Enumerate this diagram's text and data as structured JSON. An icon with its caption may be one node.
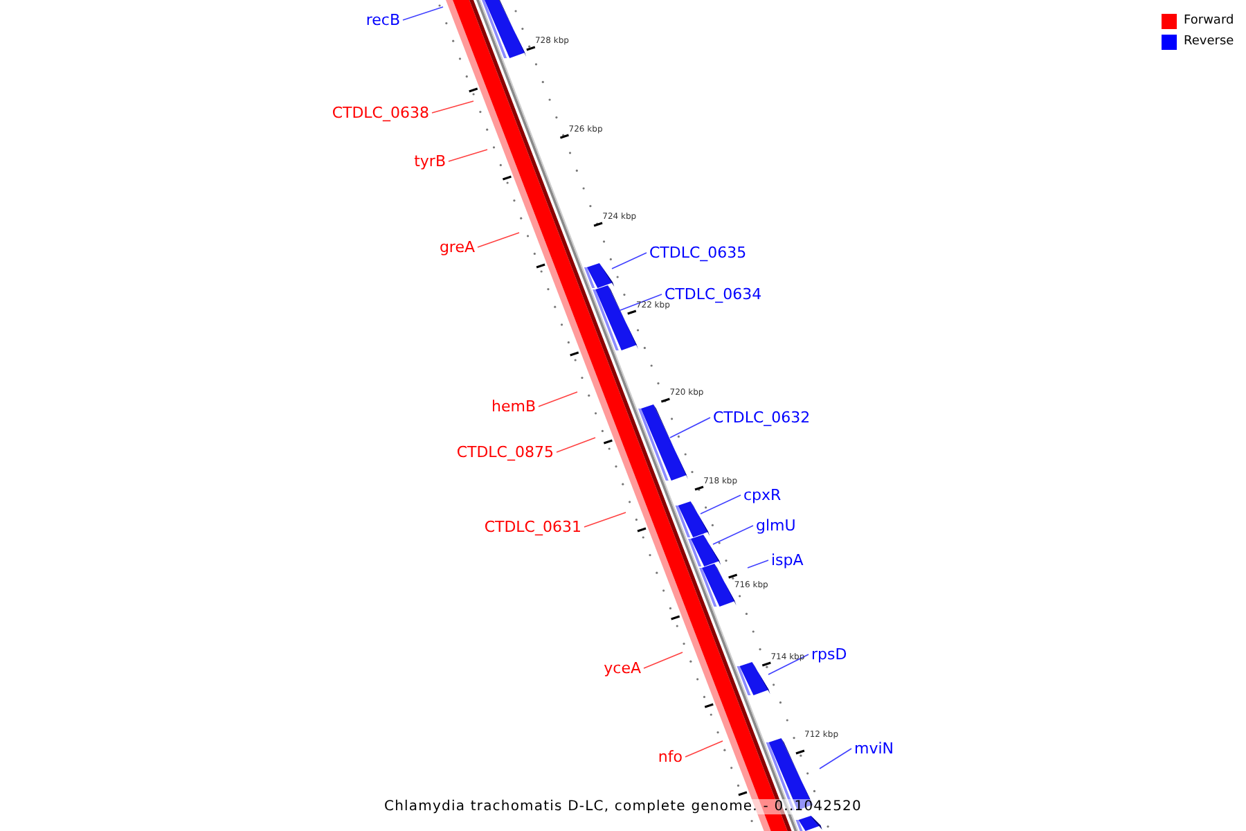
{
  "diagram": {
    "caption": "Chlamydia trachomatis D-LC, complete genome. - 0..1042520",
    "nodes": [
      {
        "text": [
          "recB"
        ]
      },
      {
        "text": [
          "CTDLC_0638"
        ]
      },
      {
        "text": [
          "tyrB"
        ]
      },
      {
        "text": [
          "greA"
        ]
      },
      {
        "text": [
          "CTDLC_0635"
        ]
      },
      {
        "text": [
          "CTDLC_0634"
        ]
      },
      {
        "text": [
          "hemB"
        ]
      },
      {
        "text": [
          "CTDLC_0632"
        ]
      },
      {
        "text": [
          "CTDLC_0875"
        ]
      },
      {
        "text": [
          "cpxR"
        ]
      },
      {
        "text": [
          "CTDLC_0631"
        ]
      },
      {
        "text": [
          "glmU"
        ]
      },
      {
        "text": [
          "ispA"
        ]
      },
      {
        "text": [
          "rpsD"
        ]
      },
      {
        "text": [
          "yceA"
        ]
      },
      {
        "text": [
          "mviN"
        ]
      },
      {
        "text": [
          "nfo"
        ]
      }
    ],
    "edges": [
      {
        "from": 0,
        "to": null,
        "arrow": "none",
        "color": "#4040ff"
      },
      {
        "from": 1,
        "to": null,
        "arrow": "none",
        "color": "#ff4040"
      },
      {
        "from": 2,
        "to": null,
        "arrow": "none",
        "color": "#ff4040"
      },
      {
        "from": 3,
        "to": null,
        "arrow": "none",
        "color": "#ff4040"
      },
      {
        "from": 4,
        "to": null,
        "arrow": "none",
        "color": "#4040ff"
      },
      {
        "from": 5,
        "to": null,
        "arrow": "none",
        "color": "#4040ff"
      },
      {
        "from": 6,
        "to": null,
        "arrow": "none",
        "color": "#ff4040"
      },
      {
        "from": 7,
        "to": null,
        "arrow": "none",
        "color": "#4040ff"
      },
      {
        "from": 8,
        "to": null,
        "arrow": "none",
        "color": "#ff4040"
      },
      {
        "from": 9,
        "to": null,
        "arrow": "none",
        "color": "#4040ff"
      },
      {
        "from": 10,
        "to": null,
        "arrow": "none",
        "color": "#ff4040"
      },
      {
        "from": 11,
        "to": null,
        "arrow": "none",
        "color": "#4040ff"
      },
      {
        "from": 12,
        "to": null,
        "arrow": "none",
        "color": "#4040ff"
      },
      {
        "from": 13,
        "to": null,
        "arrow": "none",
        "color": "#4040ff"
      },
      {
        "from": 14,
        "to": null,
        "arrow": "none",
        "color": "#ff4040"
      },
      {
        "from": 15,
        "to": null,
        "arrow": "none",
        "color": "#4040ff"
      },
      {
        "from": 16,
        "to": null,
        "arrow": "none",
        "color": "#ff4040"
      }
    ],
    "labels": [
      "728 kbp",
      "726 kbp",
      "724 kbp",
      "722 kbp",
      "720 kbp",
      "718 kbp",
      "716 kbp",
      "714 kbp",
      "712 kbp"
    ],
    "legend": [
      {
        "text": "Forward",
        "color": "#ff0000"
      },
      {
        "text": "Reverse",
        "color": "#0000ff"
      }
    ]
  }
}
